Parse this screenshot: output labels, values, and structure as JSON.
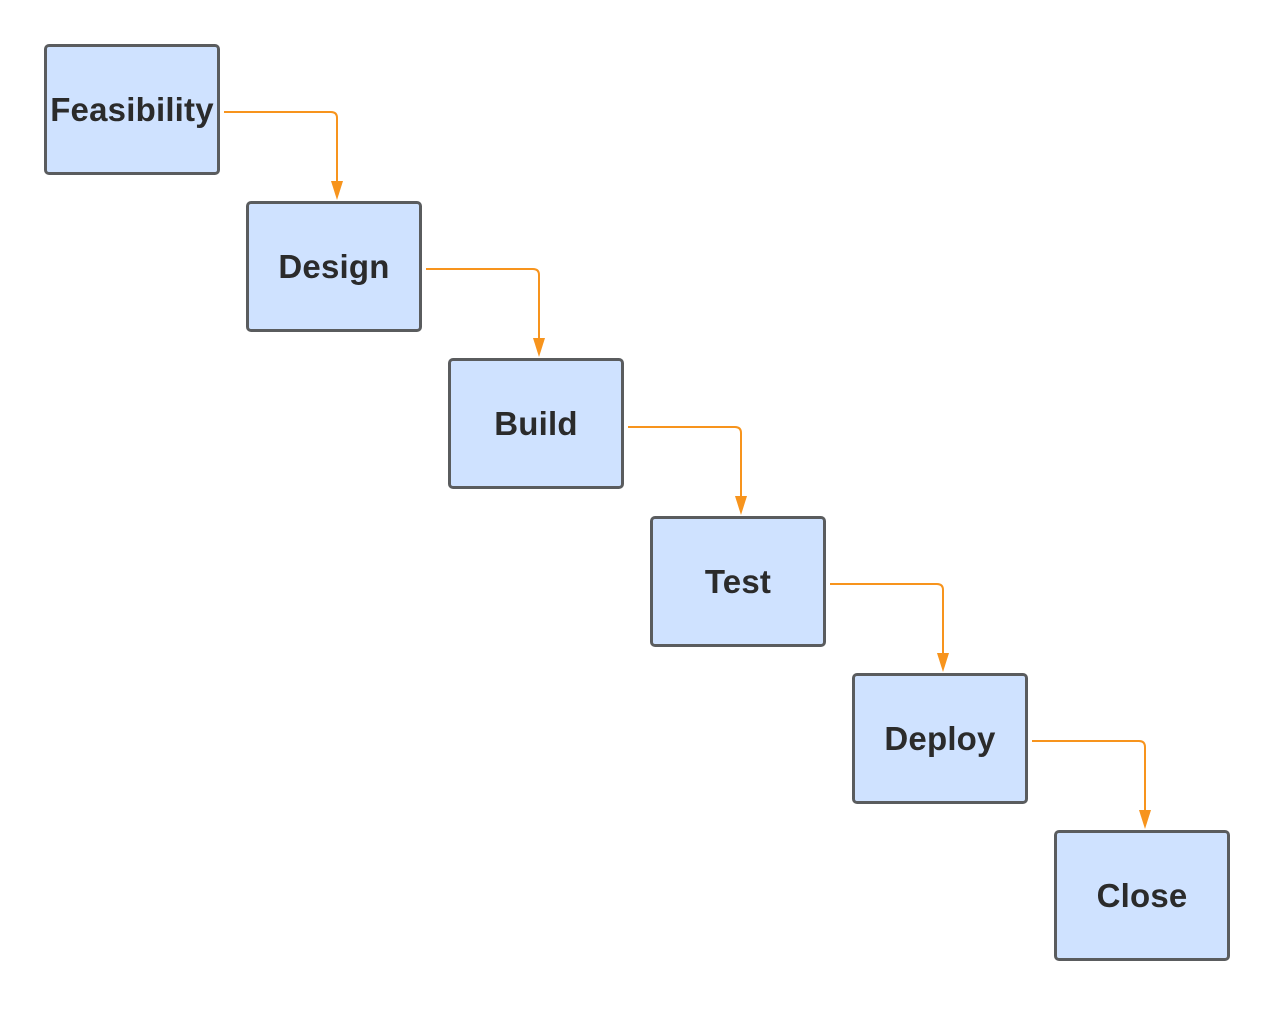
{
  "diagram": {
    "type": "waterfall-flow",
    "nodes": [
      {
        "id": "feasibility",
        "label": "Feasibility"
      },
      {
        "id": "design",
        "label": "Design"
      },
      {
        "id": "build",
        "label": "Build"
      },
      {
        "id": "test",
        "label": "Test"
      },
      {
        "id": "deploy",
        "label": "Deploy"
      },
      {
        "id": "close",
        "label": "Close"
      }
    ],
    "edges": [
      {
        "from": "feasibility",
        "to": "design"
      },
      {
        "from": "design",
        "to": "build"
      },
      {
        "from": "build",
        "to": "test"
      },
      {
        "from": "test",
        "to": "deploy"
      },
      {
        "from": "deploy",
        "to": "close"
      }
    ]
  },
  "colors": {
    "node_fill": "#cfe2ff",
    "node_border": "#5a5c5e",
    "node_text": "#2b2b2b",
    "arrow": "#f7941d",
    "background": "#ffffff"
  }
}
